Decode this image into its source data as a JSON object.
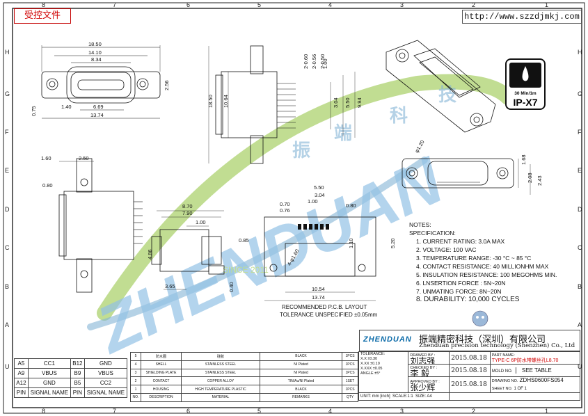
{
  "header": {
    "control_stamp": "受控文件",
    "website": "http://www.szzdjmkj.com"
  },
  "frame": {
    "top_numbers": [
      "8",
      "7",
      "6",
      "5",
      "4",
      "3",
      "2",
      "1"
    ],
    "bottom_numbers": [
      "8",
      "7",
      "6",
      "5",
      "4",
      "3",
      "2",
      "1"
    ],
    "side_letters": [
      "H",
      "G",
      "F",
      "E",
      "D",
      "C",
      "B",
      "A",
      "U"
    ]
  },
  "watermark": {
    "text": "ZHENDUAN",
    "chars": [
      "振",
      "端",
      "科",
      "技"
    ],
    "sub": "SINCE 2011"
  },
  "dims": {
    "front_view": [
      "18.50",
      "14.10",
      "8.34",
      "2.56",
      "0.75",
      "1.40",
      "6.69",
      "13.74"
    ],
    "side_view": [
      "2-0.60",
      "2-0.56",
      "2-0.50",
      "1.00",
      "18.50",
      "10.64",
      "3.04",
      "5.50",
      "9.94"
    ],
    "left_view": [
      "1.60",
      "2.50",
      "0.80",
      "4.86"
    ],
    "middle_view": [
      "8.70",
      "7.90",
      "1.00",
      "0.85",
      "0.40",
      "3.65"
    ],
    "pcb_view": [
      "5.50",
      "3.04",
      "1.00",
      "0.70",
      "0.76",
      "0.80",
      "1.10",
      "5.20",
      "10.54",
      "13.74"
    ],
    "pcb_dia": "4-φ1.60",
    "right_view": [
      "φ1.20",
      "1.68",
      "2.08",
      "2.43"
    ]
  },
  "pcb_caption": {
    "title": "RECOMMENDED  P.C.B. LAYOUT",
    "tolerance": "TOLERANCE UNSPECIFIED ±0.05mm"
  },
  "ip_badge": {
    "line1": "30 Min/1m",
    "line2": "IP-X7"
  },
  "notes": {
    "heading": "NOTES:",
    "subheading": "SPECIFICATION:",
    "items": [
      "1. CURRENT RATING: 3.0A MAX",
      "2. VOLTAGE: 100 VAC",
      "3. TEMPERATURE RANGE: -30 °C ~ 85 °C",
      "4. CONTACT RESISTANCE: 40 MILLIONHM MAX",
      "5. INSULATION RESISTANCE: 100 MEGOHMS MIN.",
      "6. LNSERTION  FORCE : 5N~20N",
      "7. UNMATING FORCE: 8N~20N",
      "8. DURABILITY:   10,000 CYCLES"
    ]
  },
  "pins": [
    [
      "A5",
      "CC1",
      "B12",
      "GND"
    ],
    [
      "A9",
      "VBUS",
      "B9",
      "VBUS"
    ],
    [
      "A12",
      "GND",
      "B5",
      "CC2"
    ],
    [
      "PIN",
      "SIGNAL NAME",
      "PIN",
      "SIGNAL NAME"
    ]
  ],
  "bom": [
    [
      "5",
      "防水圈",
      "硅胶",
      "BLACK",
      "1PCS"
    ],
    [
      "4",
      "SHELL",
      "STAINLESS STEEL",
      "NI  Plated",
      "1PCS"
    ],
    [
      "3",
      "SHIELDING PLATE",
      "STAINLESS STEEL",
      "NI  Plated",
      "1PCS"
    ],
    [
      "2",
      "CONTACT",
      "COPPER ALLOY",
      "TIN/Au/NI Plated",
      "1SET"
    ],
    [
      "1",
      "HOUSING",
      "HIGH TEMPERATURE PLASTIC",
      "BLACK",
      "1PCS"
    ],
    [
      "NO.",
      "DESCRIPTION",
      "MATERIAL",
      "REMARKS",
      "QTY"
    ]
  ],
  "company": {
    "logo": "ZHENDUAN",
    "cn": "振端精密科技（深圳）有限公司",
    "en": "Zhenduan precision technology (Shenzhen) Co., Ltd"
  },
  "title_block": {
    "tolerance_label": "TOLERANCE:",
    "tolerance_rows": [
      "X.X  ±0.30",
      "X.XX  ±0.10",
      "X.XXX ±0.05",
      "ANGLE  ±5°"
    ],
    "drawn_by_label": "DRAWED BY :",
    "drawn_by": "刘志强",
    "drawn_date": "2015.08.18",
    "checked_by_label": "CHECKED BY :",
    "checked_by": "李 毅",
    "checked_date": "2015.08.18",
    "approved_by_label": "APPROVED BY :",
    "approved_by": "张少辉",
    "approved_date": "2015.08.18",
    "part_name_label": "PART NAME:",
    "part_name": "TYPE-C 6P防水带螺丝孔L8.70",
    "mold_label": "MOLD NO.",
    "mold_value": "SEE TABLE",
    "drawing_label": "DRAWING NO.",
    "drawing_value": "ZDHS0600FS054",
    "sheet_label": "SHEET NO.",
    "sheet_value": "1 OF 1",
    "unit_label": "UNIT: mm [inch]",
    "scale_label": "SCALE:1:1",
    "size_label": "SIZE: A4"
  }
}
